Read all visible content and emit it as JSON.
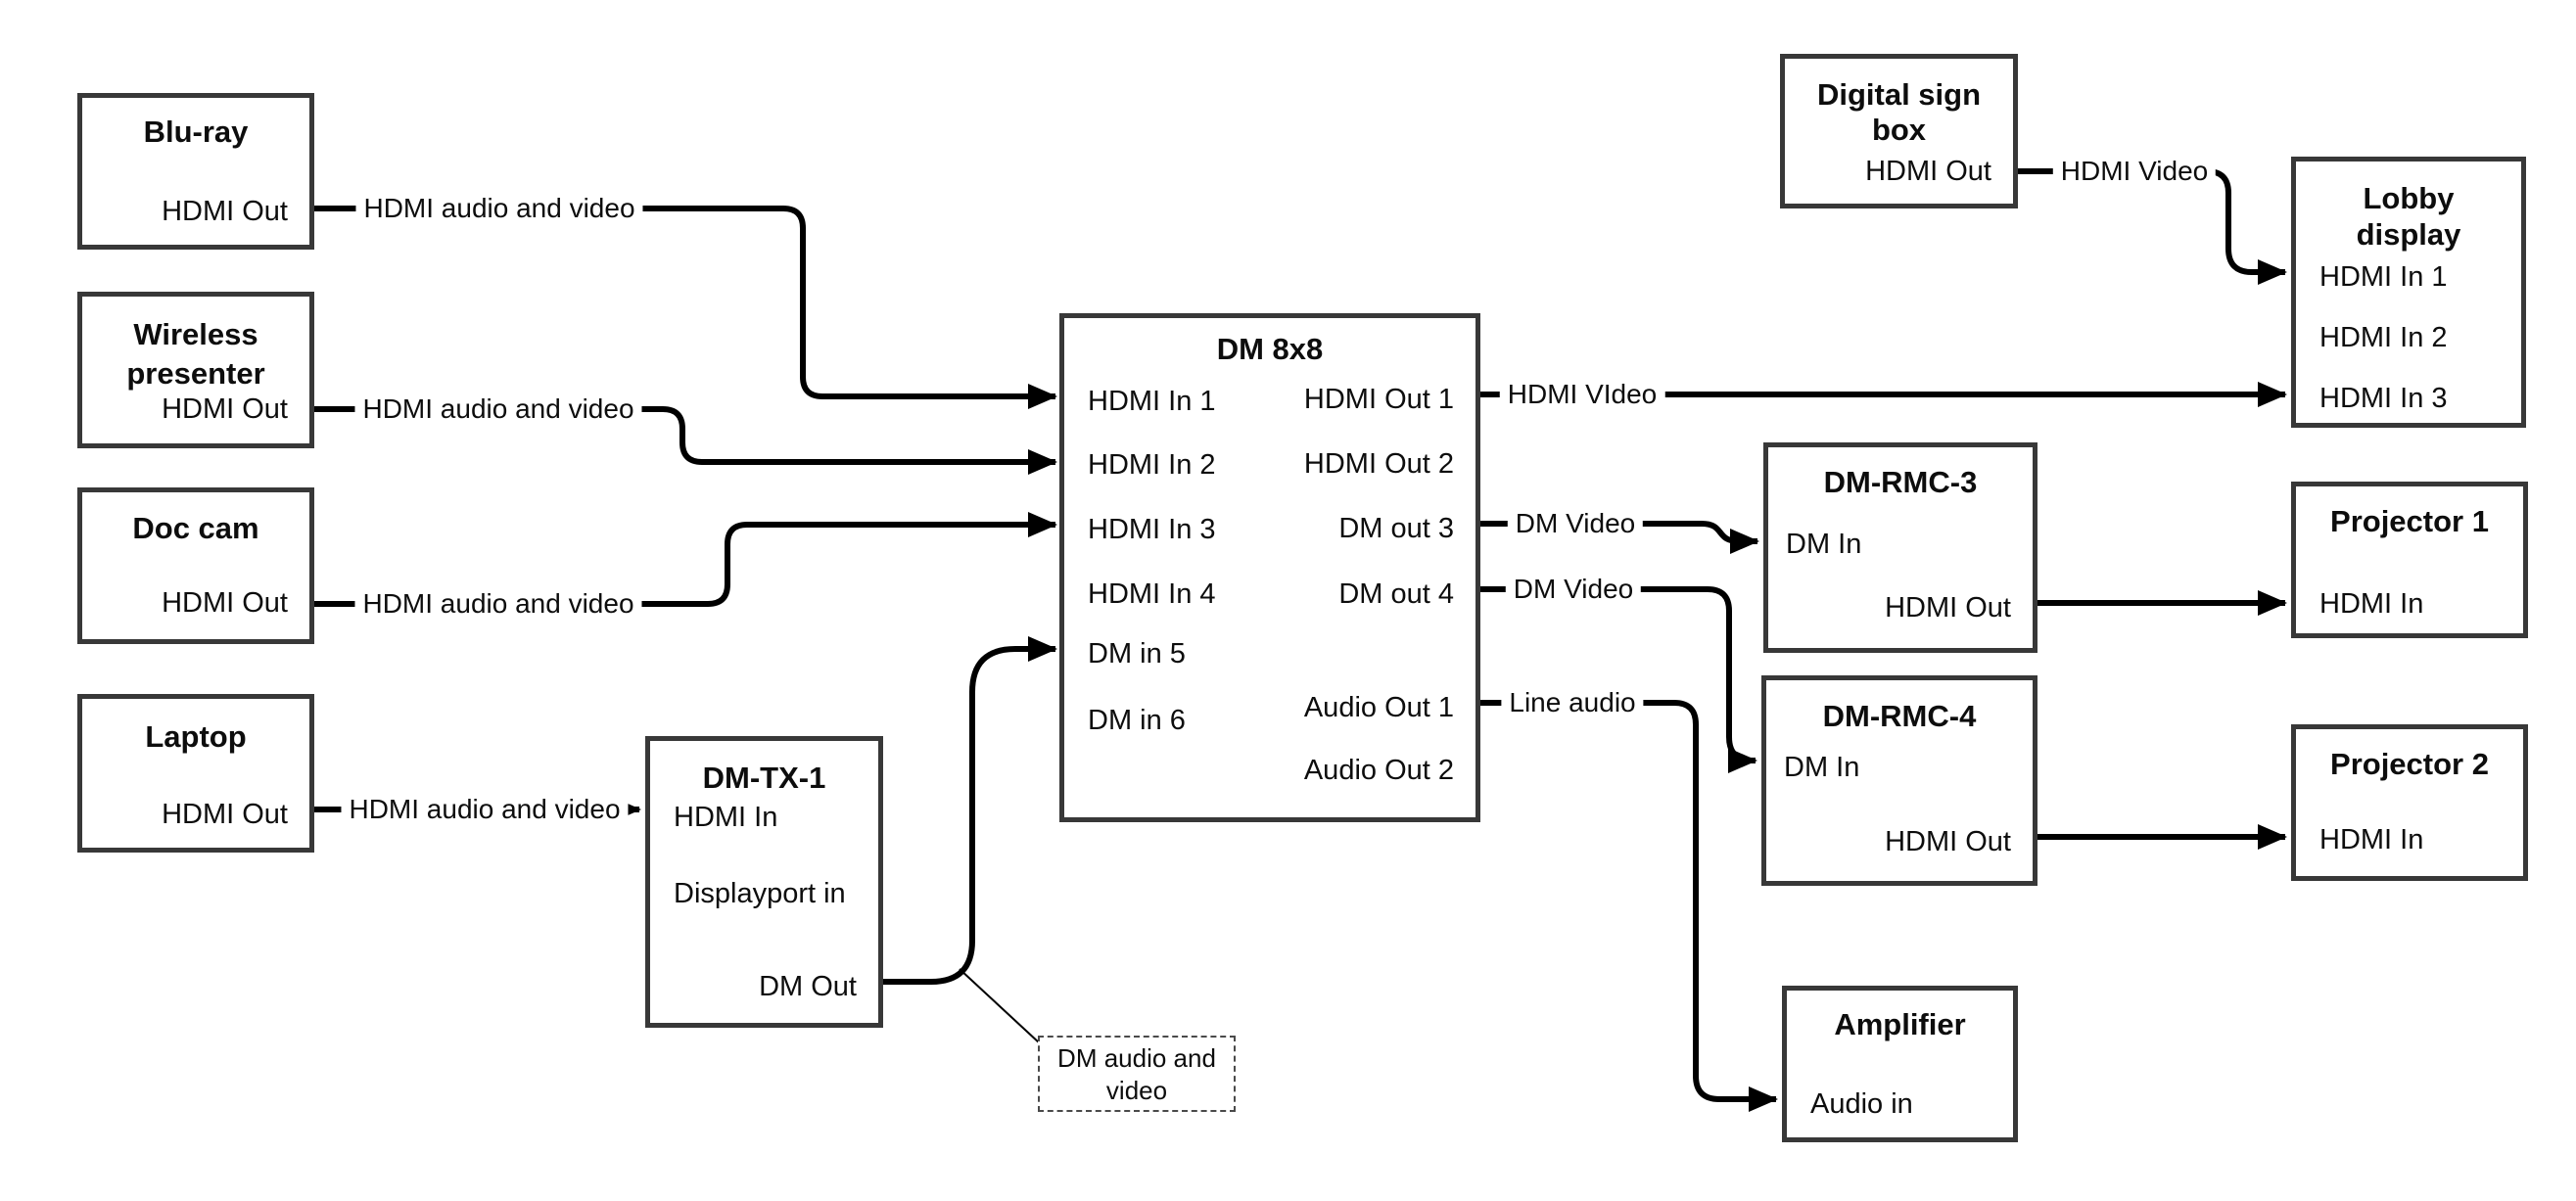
{
  "nodes": {
    "bluray": {
      "title": "Blu-ray",
      "ports": {
        "hdmi_out": "HDMI Out"
      }
    },
    "wireless": {
      "title_line1": "Wireless",
      "title_line2": "presenter",
      "ports": {
        "hdmi_out": "HDMI Out"
      }
    },
    "doccam": {
      "title": "Doc cam",
      "ports": {
        "hdmi_out": "HDMI Out"
      }
    },
    "laptop": {
      "title": "Laptop",
      "ports": {
        "hdmi_out": "HDMI Out"
      }
    },
    "dmtx1": {
      "title": "DM-TX-1",
      "ports": {
        "hdmi_in": "HDMI In",
        "dp_in": "Displayport in",
        "dm_out": "DM Out"
      }
    },
    "dm8x8": {
      "title": "DM 8x8",
      "ports": {
        "in1": "HDMI In 1",
        "in2": "HDMI In 2",
        "in3": "HDMI In 3",
        "in4": "HDMI In 4",
        "in5": "DM in 5",
        "in6": "DM in 6",
        "out1": "HDMI Out 1",
        "out2": "HDMI Out 2",
        "out3": "DM out 3",
        "out4": "DM out 4",
        "aout1": "Audio Out 1",
        "aout2": "Audio Out 2"
      }
    },
    "digital_sign": {
      "title_line1": "Digital sign",
      "title_line2": "box",
      "ports": {
        "hdmi_out": "HDMI Out"
      }
    },
    "lobby": {
      "title_line1": "Lobby",
      "title_line2": "display",
      "ports": {
        "in1": "HDMI In 1",
        "in2": "HDMI In 2",
        "in3": "HDMI In 3"
      }
    },
    "dmrmc3": {
      "title": "DM-RMC-3",
      "ports": {
        "dm_in": "DM In",
        "hdmi_out": "HDMI Out"
      }
    },
    "proj1": {
      "title": "Projector 1",
      "ports": {
        "hdmi_in": "HDMI In"
      }
    },
    "dmrmc4": {
      "title": "DM-RMC-4",
      "ports": {
        "dm_in": "DM In",
        "hdmi_out": "HDMI Out"
      }
    },
    "proj2": {
      "title": "Projector 2",
      "ports": {
        "hdmi_in": "HDMI In"
      }
    },
    "amplifier": {
      "title": "Amplifier",
      "ports": {
        "audio_in": "Audio in"
      }
    }
  },
  "connection_labels": {
    "bluray_to_in1": "HDMI audio and video",
    "wireless_to_in2": "HDMI audio and video",
    "doccam_to_in3": "HDMI audio and video",
    "laptop_to_tx": "HDMI audio and video",
    "out1_to_lobby": "HDMI VIdeo",
    "out3_to_rmc3": "DM Video",
    "out4_to_rmc4": "DM Video",
    "aout1_to_amp": "Line audio",
    "sign_to_lobby": "HDMI Video"
  },
  "note": {
    "line1": "DM audio and",
    "line2": "video"
  },
  "colors": {
    "line": "#000000",
    "box_border": "#383838",
    "background": "#ffffff"
  }
}
